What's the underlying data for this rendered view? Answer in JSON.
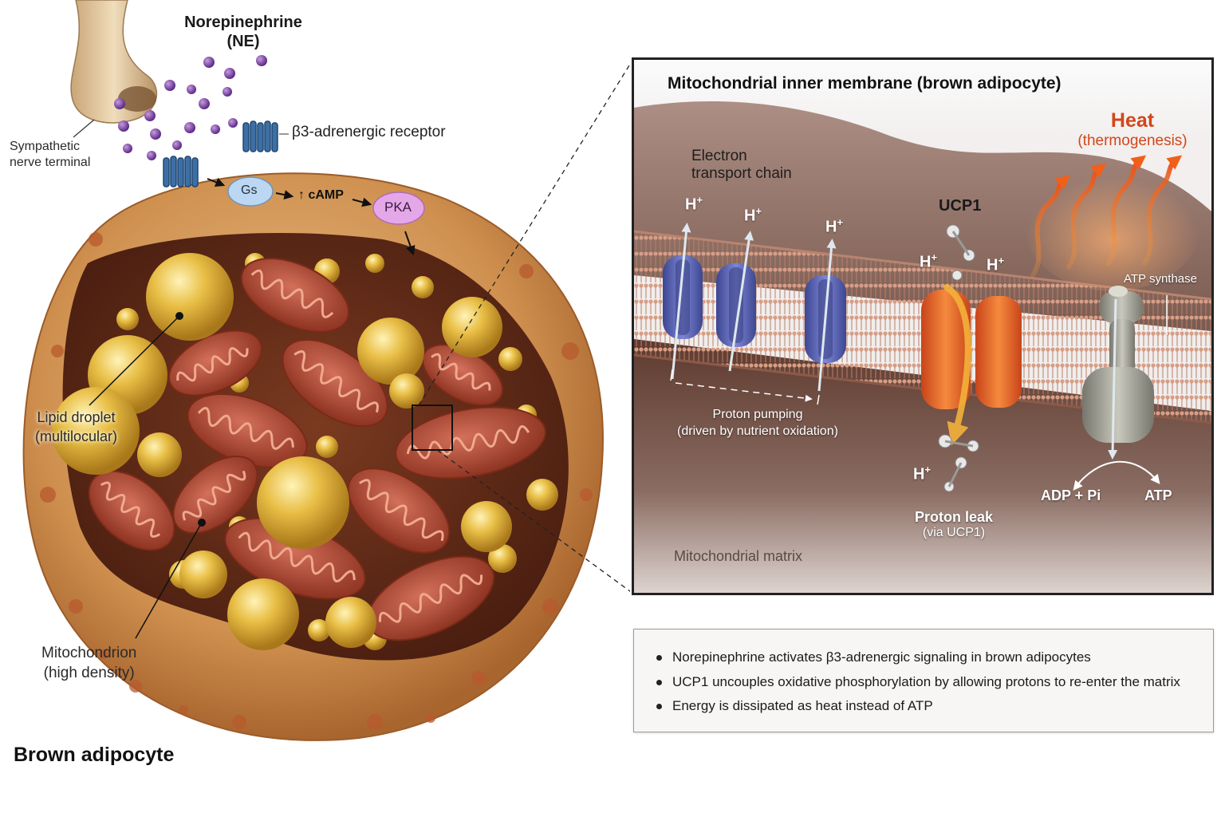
{
  "cell": {
    "ne_title": "Norepinephrine",
    "ne_abbr": "(NE)",
    "nerve_label_1": "Sympathetic",
    "nerve_label_2": "nerve terminal",
    "receptor_label": "β3-adrenergic receptor",
    "gs_label": "Gs",
    "camp_label": "↑ cAMP",
    "pka_label": "PKA",
    "lipid_label_1": "Lipid droplet",
    "lipid_label_2": "(multilocular)",
    "mito_label_1": "Mitochondrion",
    "mito_label_2": "(high density)",
    "cell_title": "Brown adipocyte"
  },
  "panel": {
    "title": "Mitochondrial inner membrane (brown adipocyte)",
    "etc_label_1": "Electron",
    "etc_label_2": "transport chain",
    "proton": "H",
    "proton_charge": "+",
    "ucp1_label": "UCP1",
    "heat_label": "Heat",
    "thermo_label": "(thermogenesis)",
    "atp_synthase_label": "ATP synthase",
    "pumping_label_1": "Proton pumping",
    "pumping_label_2": "(driven by nutrient oxidation)",
    "leak_label_1": "Proton leak",
    "leak_label_2": "(via UCP1)",
    "adp_label": "ADP + Pi",
    "atp_label": "ATP",
    "matrix_label": "Mitochondrial matrix"
  },
  "bullets": [
    "Norepinephrine activates β3-adrenergic signaling in brown adipocytes",
    "UCP1 uncouples oxidative phosphorylation by allowing protons to re-enter the matrix",
    "Energy is dissipated as heat instead of ATP"
  ],
  "colors": {
    "etc_protein": "#5a64b8",
    "ucp1": "#e8612a",
    "atp_synthase": "#9c9a8e",
    "heat": "#f06a1a",
    "cell_membrane": "#d9a56a",
    "lipid": "#e0b640",
    "mitochondrion": "#b24c36"
  }
}
